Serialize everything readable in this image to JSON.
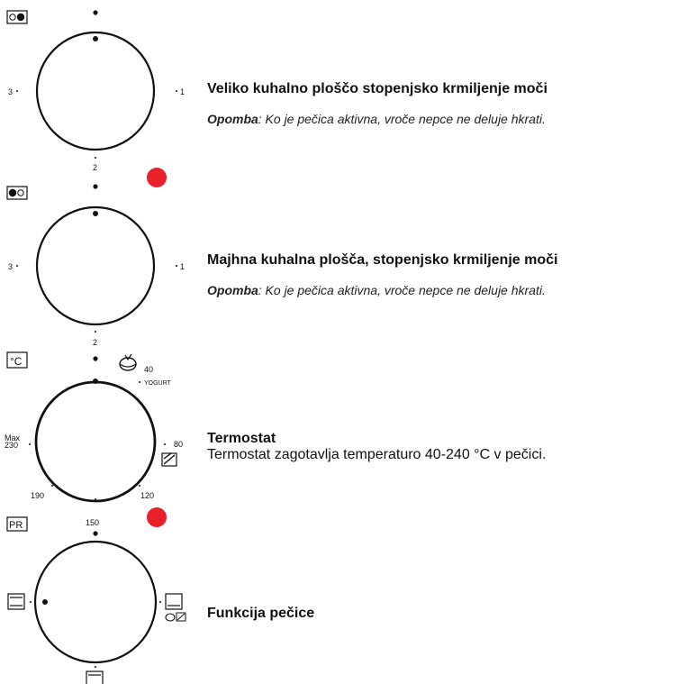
{
  "dial1": {
    "icon": "large-hotplate-icon",
    "left_label": "3",
    "right_label": "1",
    "bottom_label": "2"
  },
  "dial2": {
    "icon": "small-hotplate-icon",
    "left_label": "3",
    "right_label": "1",
    "bottom_label": "2"
  },
  "dial3": {
    "icon_label": "°C",
    "top_label": "40",
    "yogurt_label": "YOGURT",
    "right_label": "80",
    "bottom_right_label": "120",
    "bottom_left_label": "190",
    "left_label_line1": "Max",
    "left_label_line2": "230",
    "top_label_below": "150"
  },
  "dial4": {
    "icon_label": "PR"
  },
  "section1": {
    "title": "Veliko kuhalno ploščo stopenjsko krmiljenje moči",
    "note_label": "Opomba",
    "note_text": ": Ko je pečica aktivna, vroče nepce ne deluje hkrati."
  },
  "section2": {
    "title": "Majhna kuhalna plošča, stopenjsko krmiljenje moči",
    "note_label": "Opomba",
    "note_text": ": Ko je pečica aktivna, vroče nepce ne deluje hkrati."
  },
  "section3": {
    "title": "Termostat",
    "text": "Termostat zagotavlja temperaturo 40-240 °C v pečici."
  },
  "section4": {
    "title": "Funkcija pečice"
  },
  "colors": {
    "indicator_red": "#e8212b"
  }
}
